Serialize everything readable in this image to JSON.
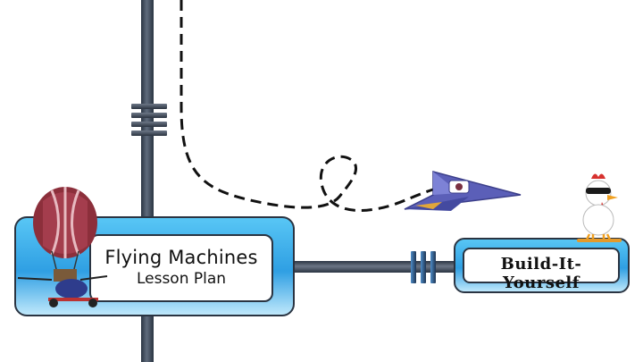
{
  "lesson_card": {
    "title": "Flying Machines",
    "subtitle": "Lesson Plan"
  },
  "build_card": {
    "label": "Build-It-Yourself"
  },
  "illustrations": {
    "balloon": "hot-air-balloon-icon",
    "plane": "paper-airplane-icon",
    "chicken": "chicken-with-sunglasses-icon",
    "flight_path": "dashed-loop-path"
  },
  "colors": {
    "card_blue": "#2f9fe3",
    "pipe_dark": "#2a3442",
    "plane_purple": "#5b5fb8"
  }
}
